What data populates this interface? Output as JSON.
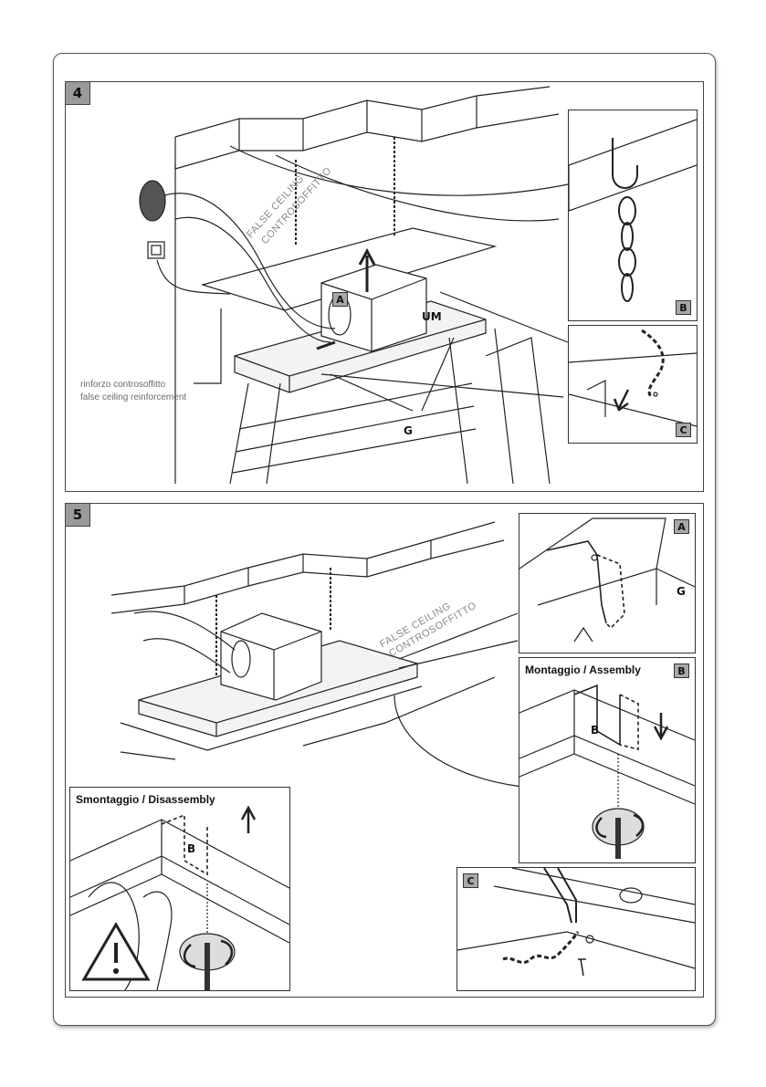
{
  "step4": {
    "number": "4",
    "false_ceiling_en": "FALSE CEILING",
    "false_ceiling_it": "CONTROSOFFITTO",
    "reinforcement_it": "rinforzo controsoffitto",
    "reinforcement_en": "false ceiling reinforcement",
    "label_um": "UM",
    "label_g": "G",
    "tag_a": "A",
    "tag_b": "B",
    "tag_c": "C"
  },
  "step5": {
    "number": "5",
    "false_ceiling_en": "FALSE CEILING",
    "false_ceiling_it": "CONTROSOFFITTO",
    "label_g": "G",
    "tag_a": "A",
    "tag_b": "B",
    "tag_c": "C",
    "assembly_caption": "Montaggio / Assembly",
    "disassembly_caption": "Smontaggio / Disassembly",
    "label_b_assembly": "B",
    "label_b_disassembly": "B"
  }
}
